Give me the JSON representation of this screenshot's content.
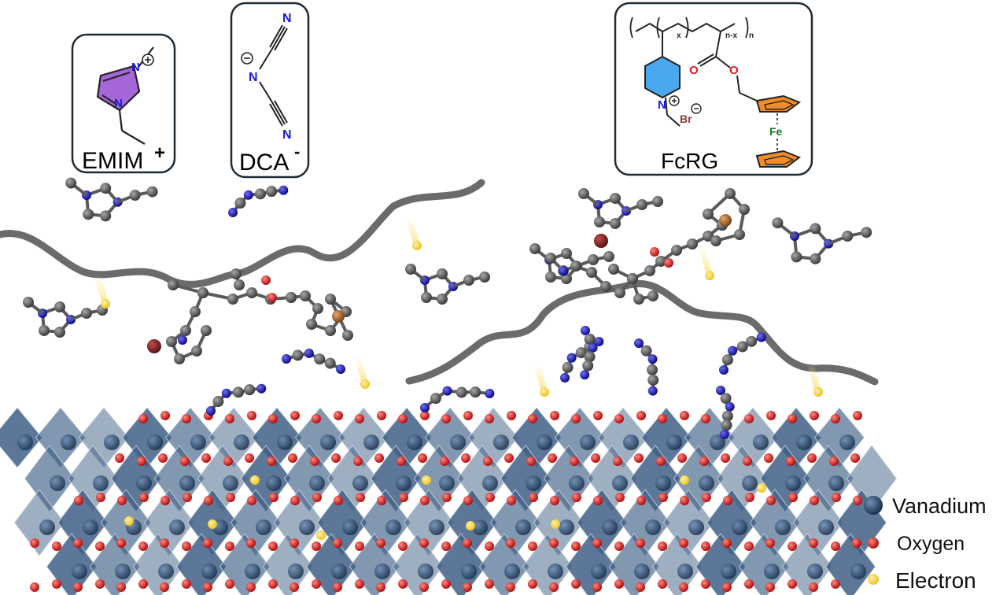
{
  "boxes": {
    "emim": {
      "label": "EMIM",
      "charge": "+",
      "atoms": {
        "n": "N"
      }
    },
    "dca": {
      "label": "DCA",
      "charge": "-",
      "atoms": {
        "n": "N"
      }
    },
    "fcrg": {
      "label": "FcRG",
      "atoms": {
        "n": "N",
        "o": "O",
        "br": "Br",
        "fe": "Fe"
      },
      "subscripts": {
        "x": "x",
        "nx": "n-x",
        "n": "n"
      }
    }
  },
  "legend": [
    {
      "label": "Vanadium",
      "color": "#2d4a6b"
    },
    {
      "label": "Oxygen",
      "color": "#e0191b"
    },
    {
      "label": "Electron",
      "color": "#f2c21a"
    }
  ],
  "colors": {
    "vanadium_polyhedra": "#3f5f85",
    "oxygen": "#e0191b",
    "electron": "#f7d24a",
    "carbon": "#585858",
    "nitrogen": "#1a1ad8",
    "iron": "#b5733c",
    "bromide": "#8b2a2a",
    "polymer_chain": "#6a6a6a"
  }
}
